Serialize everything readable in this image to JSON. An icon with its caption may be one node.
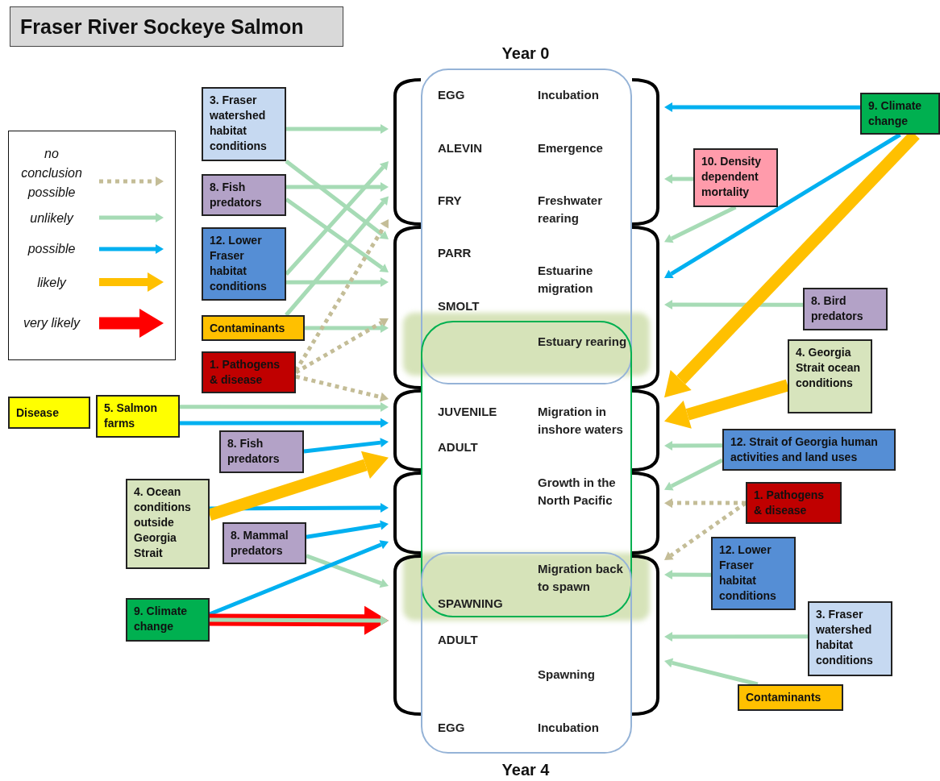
{
  "diagram": {
    "title": "Fraser River Sockeye Salmon",
    "nodes": [
      {
        "text": [
          "3. Fraser watershed habitat conditions"
        ]
      },
      {
        "text": [
          "8. Fish predators"
        ]
      },
      {
        "text": [
          "12. Lower Fraser habitat conditions"
        ]
      },
      {
        "text": [
          "Contaminants"
        ]
      },
      {
        "text": [
          "1. Pathogens & disease"
        ]
      },
      {
        "text": [
          "Disease"
        ]
      },
      {
        "text": [
          "5. Salmon farms"
        ]
      },
      {
        "text": [
          "8. Fish predators"
        ]
      },
      {
        "text": [
          "4. Ocean conditions outside Georgia Strait"
        ]
      },
      {
        "text": [
          "8. Mammal predators"
        ]
      },
      {
        "text": [
          "9. Climate change"
        ]
      },
      {
        "text": [
          "EGG",
          "Incubation",
          "ALEVIN",
          "Emergence",
          "FRY",
          "Freshwater rearing",
          "PARR",
          "Estuarine migration",
          "SMOLT"
        ]
      },
      {
        "text": [
          "Estuary rearing",
          "JUVENILE",
          "Migration in inshore waters",
          "ADULT",
          "Growth in the North Pacific"
        ]
      },
      {
        "text": [
          "Migration back to spawn",
          "SPAWNING",
          "ADULT",
          "Spawning",
          "EGG",
          "Incubation"
        ]
      },
      {
        "text": [],
        "shape": "bracket"
      },
      {
        "text": [],
        "shape": "bracket"
      },
      {
        "text": [],
        "shape": "bracket"
      },
      {
        "text": [],
        "shape": "bracket"
      },
      {
        "text": [],
        "shape": "bracket"
      },
      {
        "text": [],
        "shape": "bracket"
      },
      {
        "text": [],
        "shape": "bracket"
      },
      {
        "text": [],
        "shape": "bracket"
      },
      {
        "text": [],
        "shape": "bracket"
      },
      {
        "text": [],
        "shape": "bracket"
      },
      {
        "text": [
          "9. Climate change"
        ]
      },
      {
        "text": [
          "10. Density dependent mortality"
        ]
      },
      {
        "text": [
          "8. Bird predators"
        ]
      },
      {
        "text": [
          "4. Georgia Strait ocean conditions"
        ]
      },
      {
        "text": [
          "12. Strait of Georgia human activities and land uses"
        ]
      },
      {
        "text": [
          "1. Pathogens & disease"
        ]
      },
      {
        "text": [
          "12. Lower Fraser habitat conditions"
        ]
      },
      {
        "text": [
          "3. Fraser watershed habitat conditions"
        ]
      },
      {
        "text": [
          "Contaminants"
        ]
      }
    ],
    "edges": [
      {
        "from": 0,
        "to": 14,
        "arrow": "to"
      },
      {
        "from": 0,
        "to": 15,
        "arrow": "to"
      },
      {
        "from": 1,
        "to": 14,
        "arrow": "to"
      },
      {
        "from": 1,
        "to": 15,
        "arrow": "to"
      },
      {
        "from": 2,
        "to": 14,
        "arrow": "to"
      },
      {
        "from": 2,
        "to": 15,
        "arrow": "to"
      },
      {
        "from": 3,
        "to": 14,
        "arrow": "to"
      },
      {
        "from": 3,
        "to": 15,
        "arrow": "to"
      },
      {
        "from": 4,
        "to": 14,
        "arrow": "to",
        "style": "dashed",
        "color": "#c4bd97"
      },
      {
        "from": 4,
        "to": 15,
        "arrow": "to",
        "style": "dashed",
        "color": "#c4bd97"
      },
      {
        "from": 4,
        "to": 16,
        "arrow": "to",
        "style": "dashed",
        "color": "#c4bd97"
      },
      {
        "from": 6,
        "to": 16,
        "arrow": "to"
      },
      {
        "from": 6,
        "to": 16,
        "arrow": "to",
        "color": "#00b0f0"
      },
      {
        "from": 7,
        "to": 16,
        "arrow": "to",
        "color": "#00b0f0"
      },
      {
        "from": 8,
        "to": 17,
        "arrow": "to",
        "color": "#00b0f0"
      },
      {
        "from": 8,
        "to": 16,
        "arrow": "to",
        "style": "thick",
        "color": "#ffc000"
      },
      {
        "from": 9,
        "to": 17,
        "arrow": "to",
        "color": "#00b0f0"
      },
      {
        "from": 9,
        "to": 18,
        "arrow": "to"
      },
      {
        "from": 10,
        "to": 17,
        "arrow": "to",
        "color": "#00b0f0"
      },
      {
        "from": 10,
        "to": 18,
        "arrow": "to",
        "style": "thick",
        "color": "#ff0000"
      },
      {
        "from": 10,
        "to": 18,
        "arrow": "to"
      },
      {
        "from": 24,
        "to": 19,
        "arrow": "to",
        "color": "#00b0f0"
      },
      {
        "from": 25,
        "to": 19,
        "arrow": "to"
      },
      {
        "from": 25,
        "to": 20,
        "arrow": "to"
      },
      {
        "from": 24,
        "to": 20,
        "arrow": "to",
        "color": "#00b0f0"
      },
      {
        "from": 26,
        "to": 20,
        "arrow": "to"
      },
      {
        "from": 24,
        "to": 21,
        "arrow": "to",
        "style": "thick",
        "color": "#ffc000"
      },
      {
        "from": 27,
        "to": 21,
        "arrow": "to",
        "style": "thick",
        "color": "#ffc000"
      },
      {
        "from": 28,
        "to": 21,
        "arrow": "to"
      },
      {
        "from": 28,
        "to": 22,
        "arrow": "to"
      },
      {
        "from": 29,
        "to": 22,
        "arrow": "to",
        "style": "dashed",
        "color": "#c4bd97"
      },
      {
        "from": 29,
        "to": 23,
        "arrow": "to",
        "style": "dashed",
        "color": "#c4bd97"
      },
      {
        "from": 30,
        "to": 23,
        "arrow": "to"
      },
      {
        "from": 31,
        "to": 23,
        "arrow": "to"
      },
      {
        "from": 32,
        "to": 23,
        "arrow": "to"
      }
    ],
    "labels": [
      "Year 0",
      "Year 4"
    ],
    "legend": [
      {
        "text": "no conclusion possible"
      },
      {
        "text": "unlikely"
      },
      {
        "text": "possible"
      },
      {
        "text": "likely"
      },
      {
        "text": "very likely"
      }
    ]
  }
}
